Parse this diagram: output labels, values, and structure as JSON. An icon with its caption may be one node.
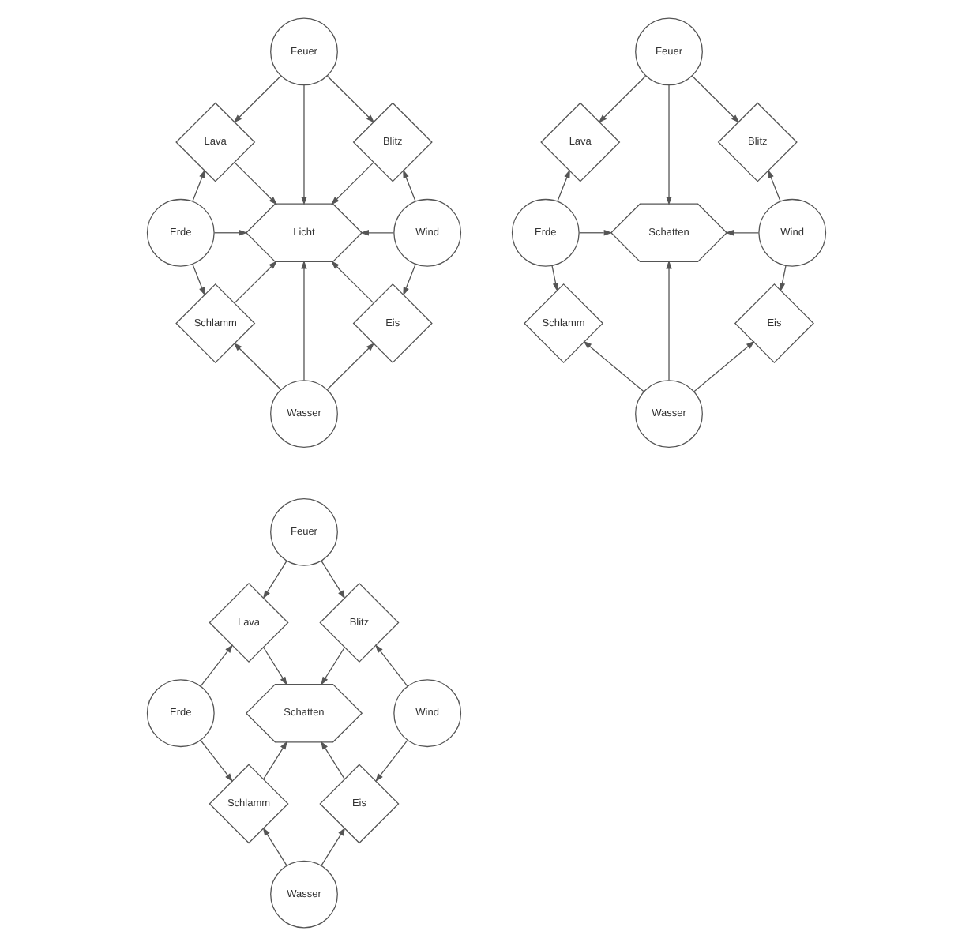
{
  "diagram": {
    "nodes": [
      {
        "text": [
          "Feuer"
        ]
      },
      {
        "text": [
          "Lava"
        ]
      },
      {
        "text": [
          "Blitz"
        ]
      },
      {
        "text": [
          "Erde"
        ]
      },
      {
        "text": [
          "Licht"
        ]
      },
      {
        "text": [
          "Wind"
        ]
      },
      {
        "text": [
          "Schlamm"
        ]
      },
      {
        "text": [
          "Eis"
        ]
      },
      {
        "text": [
          "Wasser"
        ]
      },
      {
        "text": [
          "Feuer"
        ]
      },
      {
        "text": [
          "Lava"
        ]
      },
      {
        "text": [
          "Blitz"
        ]
      },
      {
        "text": [
          "Erde"
        ]
      },
      {
        "text": [
          "Schatten"
        ]
      },
      {
        "text": [
          "Wind"
        ]
      },
      {
        "text": [
          "Schlamm"
        ]
      },
      {
        "text": [
          "Eis"
        ]
      },
      {
        "text": [
          "Wasser"
        ]
      },
      {
        "text": [
          "Feuer"
        ]
      },
      {
        "text": [
          "Lava"
        ]
      },
      {
        "text": [
          "Blitz"
        ]
      },
      {
        "text": [
          "Erde"
        ]
      },
      {
        "text": [
          "Schatten"
        ]
      },
      {
        "text": [
          "Wind"
        ]
      },
      {
        "text": [
          "Schlamm"
        ]
      },
      {
        "text": [
          "Eis"
        ]
      },
      {
        "text": [
          "Wasser"
        ]
      }
    ],
    "edges": [
      {
        "from": 0,
        "to": 1,
        "arrow": "to"
      },
      {
        "from": 0,
        "to": 4,
        "arrow": "to"
      },
      {
        "from": 0,
        "to": 2,
        "arrow": "to"
      },
      {
        "from": 3,
        "to": 1,
        "arrow": "to"
      },
      {
        "from": 3,
        "to": 4,
        "arrow": "to"
      },
      {
        "from": 3,
        "to": 6,
        "arrow": "to"
      },
      {
        "from": 1,
        "to": 4,
        "arrow": "to"
      },
      {
        "from": 2,
        "to": 4,
        "arrow": "to"
      },
      {
        "from": 5,
        "to": 2,
        "arrow": "to"
      },
      {
        "from": 5,
        "to": 4,
        "arrow": "to"
      },
      {
        "from": 5,
        "to": 7,
        "arrow": "to"
      },
      {
        "from": 6,
        "to": 4,
        "arrow": "to"
      },
      {
        "from": 7,
        "to": 4,
        "arrow": "to"
      },
      {
        "from": 8,
        "to": 6,
        "arrow": "to"
      },
      {
        "from": 8,
        "to": 4,
        "arrow": "to"
      },
      {
        "from": 8,
        "to": 7,
        "arrow": "to"
      },
      {
        "from": 9,
        "to": 10,
        "arrow": "to"
      },
      {
        "from": 9,
        "to": 13,
        "arrow": "to"
      },
      {
        "from": 9,
        "to": 11,
        "arrow": "to"
      },
      {
        "from": 12,
        "to": 10,
        "arrow": "to"
      },
      {
        "from": 12,
        "to": 13,
        "arrow": "to"
      },
      {
        "from": 12,
        "to": 15,
        "arrow": "to"
      },
      {
        "from": 14,
        "to": 11,
        "arrow": "to"
      },
      {
        "from": 14,
        "to": 13,
        "arrow": "to"
      },
      {
        "from": 14,
        "to": 16,
        "arrow": "to"
      },
      {
        "from": 17,
        "to": 15,
        "arrow": "to"
      },
      {
        "from": 17,
        "to": 13,
        "arrow": "to"
      },
      {
        "from": 17,
        "to": 16,
        "arrow": "to"
      },
      {
        "from": 18,
        "to": 19,
        "arrow": "to"
      },
      {
        "from": 18,
        "to": 20,
        "arrow": "to"
      },
      {
        "from": 21,
        "to": 19,
        "arrow": "to"
      },
      {
        "from": 21,
        "to": 24,
        "arrow": "to"
      },
      {
        "from": 19,
        "to": 22,
        "arrow": "to"
      },
      {
        "from": 20,
        "to": 22,
        "arrow": "to"
      },
      {
        "from": 23,
        "to": 20,
        "arrow": "to"
      },
      {
        "from": 23,
        "to": 25,
        "arrow": "to"
      },
      {
        "from": 24,
        "to": 22,
        "arrow": "to"
      },
      {
        "from": 25,
        "to": 22,
        "arrow": "to"
      },
      {
        "from": 26,
        "to": 24,
        "arrow": "to"
      },
      {
        "from": 26,
        "to": 25,
        "arrow": "to"
      }
    ]
  }
}
